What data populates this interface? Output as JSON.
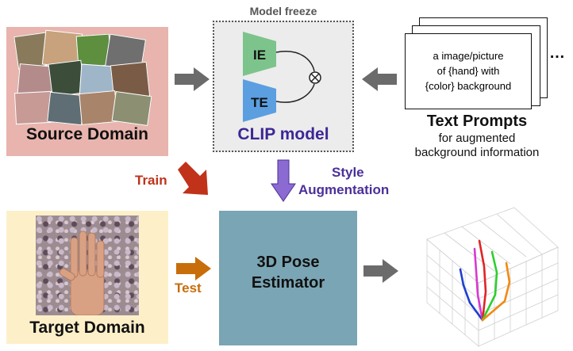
{
  "source_domain": {
    "label": "Source Domain"
  },
  "clip": {
    "title": "Model freeze",
    "ie": "IE",
    "te": "TE",
    "label": "CLIP model"
  },
  "prompt": {
    "text_lines": [
      "a image/picture",
      "of {hand} with",
      "{color} background"
    ],
    "more": "…"
  },
  "text_prompts": {
    "title": "Text Prompts",
    "line1": "for augmented",
    "line2": "background information"
  },
  "train_label": "Train",
  "style_aug": {
    "line1": "Style",
    "line2": "Augmentation"
  },
  "target_domain": {
    "label": "Target Domain"
  },
  "test_label": "Test",
  "estimator": {
    "line1": "3D Pose",
    "line2": "Estimator"
  },
  "colors": {
    "source_bg": "#e8b4ad",
    "target_bg": "#fdf0c9",
    "clip_bg": "#ececec",
    "ie": "#7cc48b",
    "te": "#5b9fe0",
    "clip_text": "#3d2796",
    "estimator": "#7aa5b4",
    "train": "#c0321a",
    "test": "#c76d0a",
    "style": "#4b2f9a",
    "gray_arrow": "#6b6b6b"
  }
}
